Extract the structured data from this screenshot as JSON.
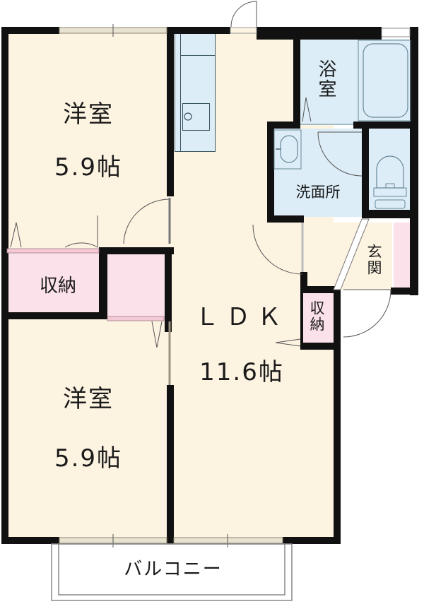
{
  "plan": {
    "type": "2LDK floor plan",
    "colors": {
      "floor": "#fdf3e1",
      "wet_area": "#dcedf8",
      "storage": "#fbe1ea",
      "wall": "#111111",
      "window": "#b7ae98"
    },
    "rooms": {
      "western_room_1": {
        "name": "洋室",
        "size": "5.9帖"
      },
      "western_room_2": {
        "name": "洋室",
        "size": "5.9帖"
      },
      "ldk": {
        "name": "ＬＤＫ",
        "size": "11.6帖"
      },
      "bath": {
        "name": "浴室"
      },
      "washroom": {
        "name": "洗面所"
      },
      "entrance": {
        "name": "玄関"
      },
      "storage_1": {
        "name": "収納"
      },
      "storage_2": {
        "name": "収納"
      },
      "balcony": {
        "name": "バルコニー"
      }
    }
  }
}
